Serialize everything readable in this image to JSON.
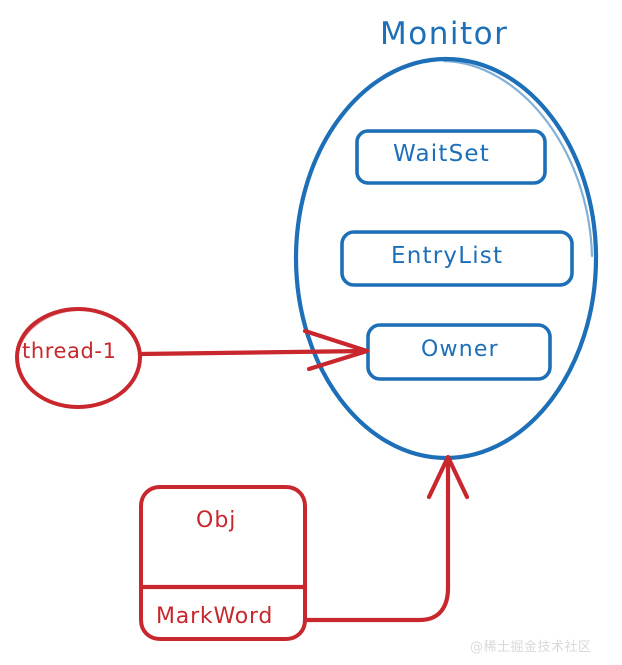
{
  "diagram": {
    "title": "Monitor",
    "colors": {
      "blue": "#1d6fb8",
      "red": "#c8272d",
      "background": "#ffffff",
      "watermark": "#d9d9d9"
    },
    "monitor": {
      "title": "Monitor",
      "fields": [
        {
          "label": "WaitSet"
        },
        {
          "label": "EntryList"
        },
        {
          "label": "Owner"
        }
      ]
    },
    "thread": {
      "label": "thread-1"
    },
    "object": {
      "header": "Obj",
      "footer": "MarkWord"
    },
    "connections": [
      {
        "from": "thread-1",
        "to": "Owner"
      },
      {
        "from": "MarkWord",
        "to": "Monitor"
      }
    ]
  },
  "watermark": {
    "text": "@稀土掘金技术社区"
  }
}
